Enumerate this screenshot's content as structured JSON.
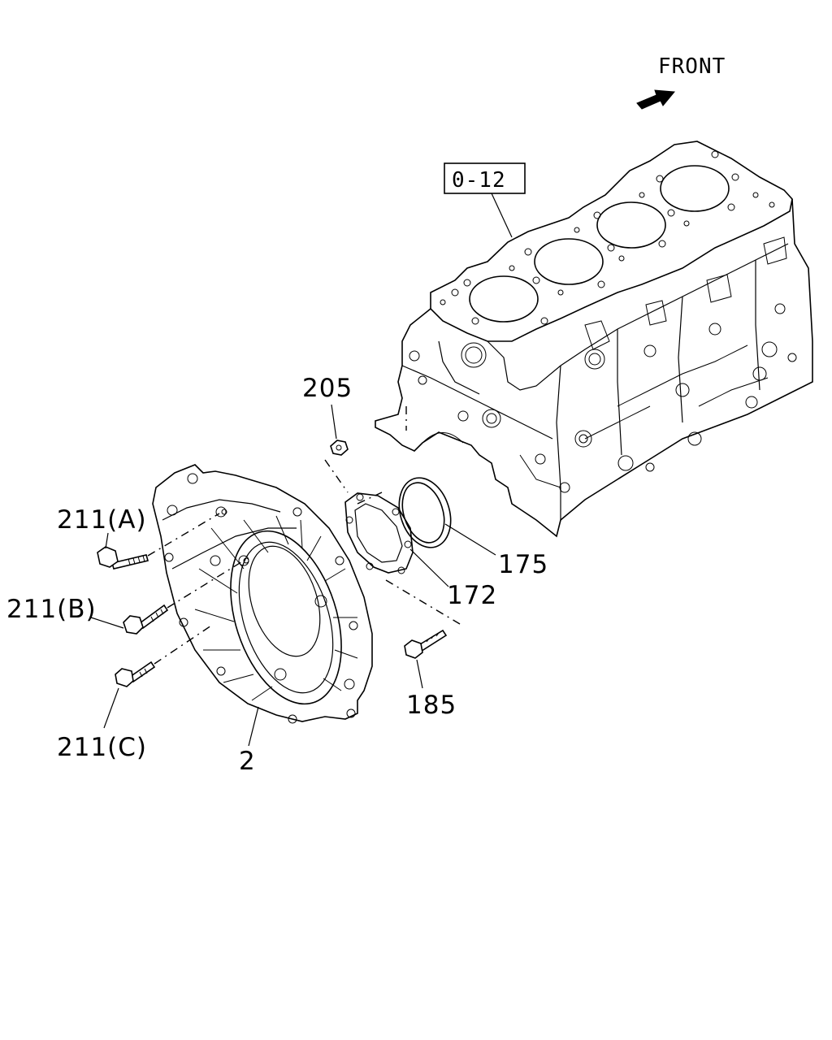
{
  "direction": {
    "label": "FRONT",
    "icon": "arrow-right-icon"
  },
  "reference_box": {
    "label": "0-12"
  },
  "callouts": {
    "nut": "205",
    "bolt_a": "211(A)",
    "bolt_b": "211(B)",
    "bolt_c": "211(C)",
    "oil_seal": "175",
    "retainer": "172",
    "bolt_185": "185",
    "housing": "2"
  }
}
